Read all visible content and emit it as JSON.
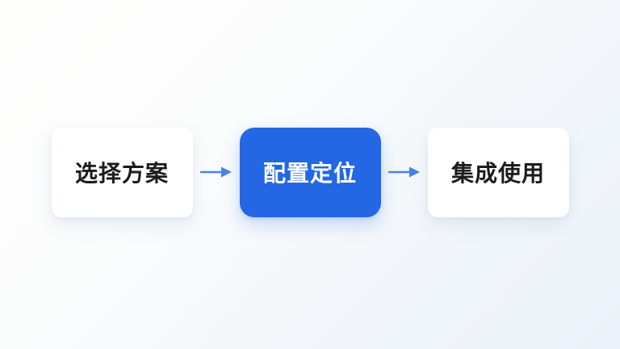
{
  "diagram": {
    "title": "three-step-flow",
    "steps": [
      {
        "label": "选择方案",
        "variant": "default"
      },
      {
        "label": "配置定位",
        "variant": "active"
      },
      {
        "label": "集成使用",
        "variant": "default"
      }
    ],
    "colors": {
      "active_step_bg": "#2367e4",
      "active_step_text": "#ffffff",
      "default_step_bg": "#ffffff",
      "default_step_text": "#1b1b1f",
      "arrow": "#4a82e8",
      "background_start": "#fefefd",
      "background_end": "#ecf2f9"
    }
  }
}
